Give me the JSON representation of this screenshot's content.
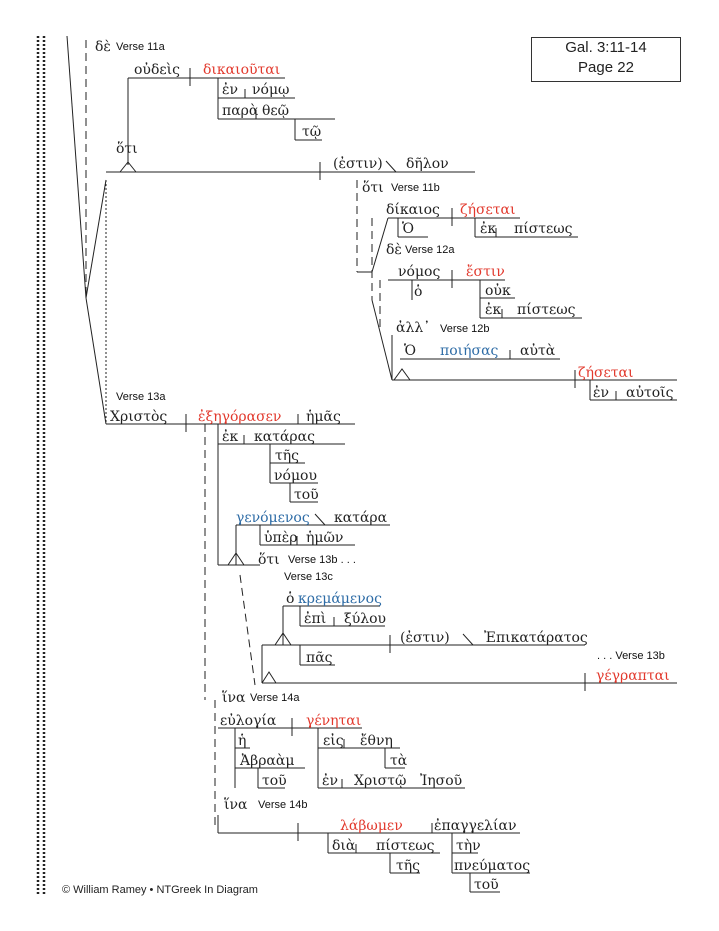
{
  "reference": {
    "line1": "Gal. 3:11-14",
    "line2": "Page 22"
  },
  "footer": "© William Ramey • NTGreek In Diagram",
  "colors": {
    "verb": "#e2392d",
    "participle": "#2e6ca6",
    "text": "#222222"
  },
  "verse_labels": {
    "v11a": "Verse 11a",
    "v11b": "Verse 11b",
    "v12a": "Verse 12a",
    "v12b": "Verse 12b",
    "v13a": "Verse 13a",
    "v13b": "Verse 13b . . .",
    "v13c": "Verse 13c",
    "v13b_end": ". . . Verse 13b",
    "v14a": "Verse 14a",
    "v14b": "Verse 14b"
  },
  "words": {
    "de_11a": "δὲ",
    "oudeis": "οὐδεὶς",
    "dikaioutai": "δικαιοῦται",
    "en1": "ἐν",
    "nomo": "νόμῳ",
    "para": "παρὰ",
    "theo": "θεῷ",
    "to1": "τῷ",
    "hoti1": "ὅτι",
    "estin1": "(ἐστιν)",
    "delon": "δῆλον",
    "hoti2": "ὅτι",
    "dikaios": "δίκαιος",
    "zesetai1": "ζήσεται",
    "ho1": "Ὁ",
    "ek1": "ἐκ",
    "pisteos1": "πίστεως",
    "de_12a": "δὲ",
    "nomos": "νόμος",
    "estin2": "ἔστιν",
    "ho2": "ὁ",
    "ouk": "οὐκ",
    "ek2": "ἐκ",
    "pisteos2": "πίστεως",
    "all": "ἀλλ᾽",
    "ho3": "Ὁ",
    "poiesas": "ποιήσας",
    "auta": "αὐτὰ",
    "zesetai2": "ζήσεται",
    "en2": "ἐν",
    "autois": "αὐτοῖς",
    "christos": "Χριστὸς",
    "exegorasen": "ἐξηγόρασεν",
    "hemas": "ἡμᾶς",
    "ek3": "ἐκ",
    "kataras": "κατάρας",
    "tes1": "τῆς",
    "nomou": "νόμου",
    "tou1": "τοῦ",
    "genomenos": "γενόμενος",
    "katara": "κατάρα",
    "huper": "ὑπὲρ",
    "hemon": "ἡμῶν",
    "hoti3": "ὅτι",
    "ho4": "ὁ",
    "kremamenos": "κρεμάμενος",
    "epi": "ἐπὶ",
    "xulou": "ξύλου",
    "estin3": "(ἐστιν)",
    "epikataratos": "Ἐπικατάρατος",
    "pas": "πᾶς",
    "gegraptai": "γέγραπται",
    "hina1": "ἵνα",
    "eulogia": "εὐλογία",
    "genetai": "γένηται",
    "he": "ἡ",
    "abraam": "Ἀβραὰμ",
    "tou2": "τοῦ",
    "eis": "εἰς",
    "ethne": "ἔθνη",
    "ta": "τὰ",
    "en3": "ἐν",
    "christo": "Χριστῷ",
    "iesou": "Ἰησοῦ",
    "hina2": "ἵνα",
    "labomen": "λάβωμεν",
    "epangelian": "ἐπαγγελίαν",
    "dia": "διὰ",
    "pisteos3": "πίστεως",
    "tes2": "τῆς",
    "ten": "τὴν",
    "pneumatos": "πνεύματος",
    "tou3": "τοῦ"
  }
}
